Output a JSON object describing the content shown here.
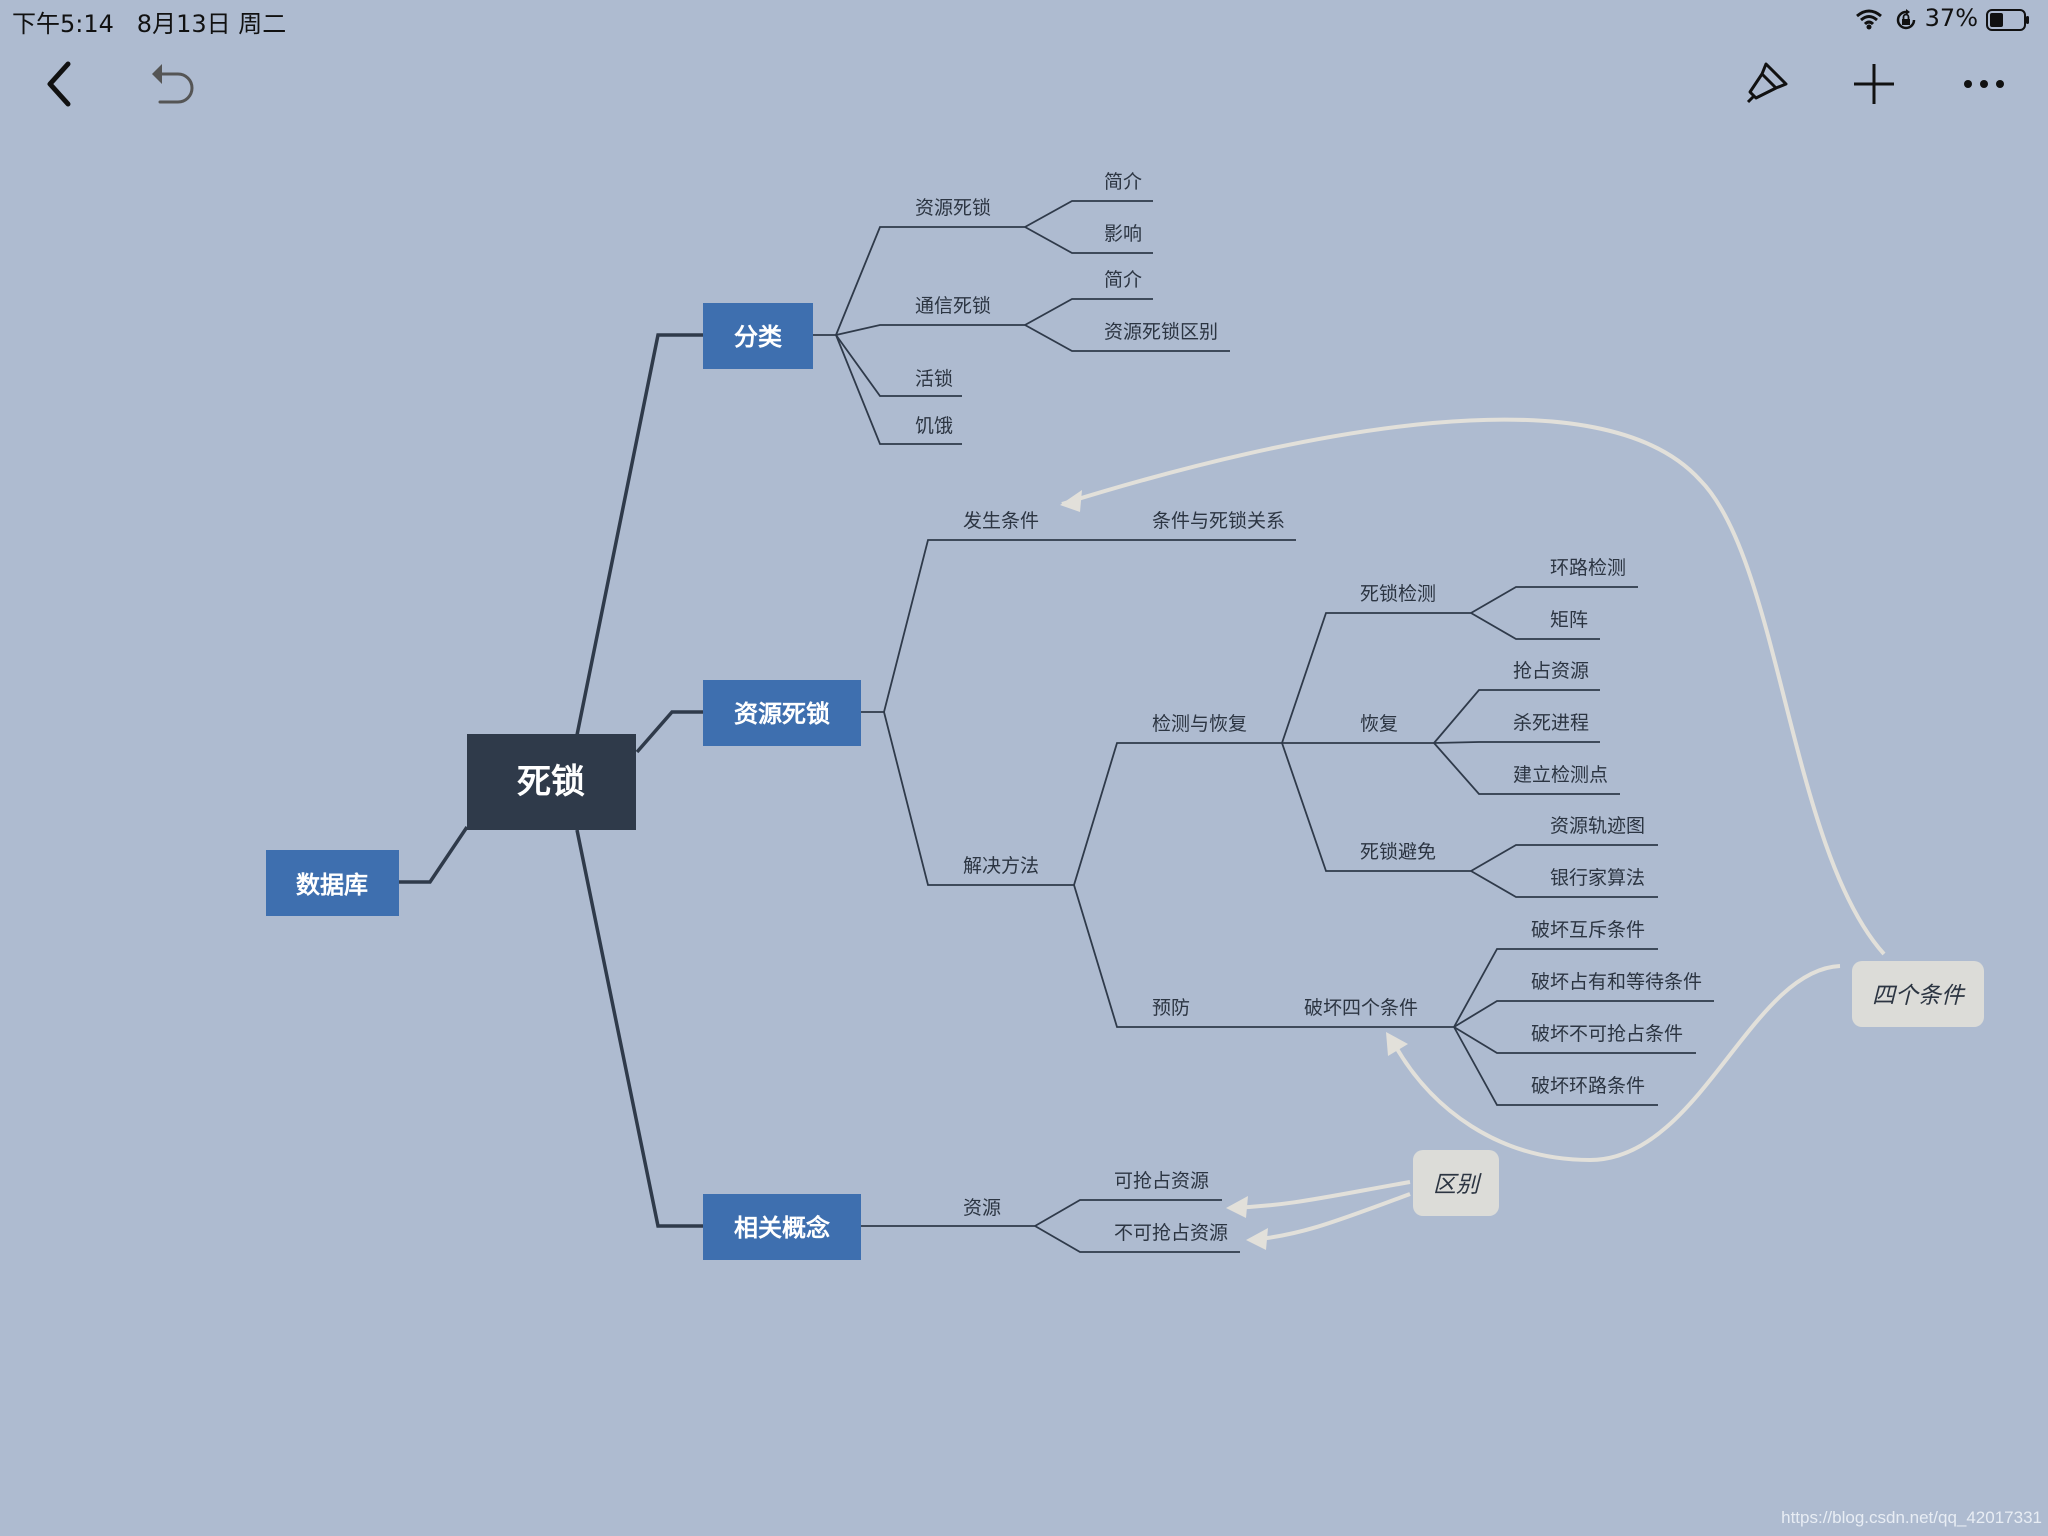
{
  "status_bar": {
    "time": "下午5:14",
    "date": "8月13日 周二",
    "battery": "37%"
  },
  "toolbar": {
    "back_icon": "chevron-left-icon",
    "undo_icon": "undo-icon",
    "style_icon": "brush-icon",
    "add_icon": "plus-icon",
    "more_icon": "ellipsis-icon"
  },
  "colors": {
    "background": "#aebbd0",
    "root": "#2f3a4a",
    "topic": "#3e6faf",
    "line": "#2f3a4a",
    "callout": "#dcdcd8",
    "relation": "#e2e0da"
  },
  "mindmap": {
    "root": "死锁",
    "left": "数据库",
    "branches": [
      {
        "label": "分类",
        "children": [
          {
            "label": "资源死锁",
            "children": [
              "简介",
              "影响"
            ]
          },
          {
            "label": "通信死锁",
            "children": [
              "简介",
              "资源死锁区别"
            ]
          },
          {
            "label": "活锁"
          },
          {
            "label": "饥饿"
          }
        ]
      },
      {
        "label": "资源死锁",
        "children": [
          {
            "label": "发生条件",
            "children": [
              "条件与死锁关系"
            ]
          },
          {
            "label": "解决方法",
            "children": [
              {
                "label": "检测与恢复",
                "children": [
                  {
                    "label": "死锁检测",
                    "children": [
                      "环路检测",
                      "矩阵"
                    ]
                  },
                  {
                    "label": "恢复",
                    "children": [
                      "抢占资源",
                      "杀死进程",
                      "建立检测点"
                    ]
                  },
                  {
                    "label": "死锁避免",
                    "children": [
                      "资源轨迹图",
                      "银行家算法"
                    ]
                  }
                ]
              },
              {
                "label": "预防",
                "children": [
                  {
                    "label": "破坏四个条件",
                    "children": [
                      "破坏互斥条件",
                      "破坏占有和等待条件",
                      "破坏不可抢占条件",
                      "破坏环路条件"
                    ]
                  }
                ]
              }
            ]
          }
        ]
      },
      {
        "label": "相关概念",
        "children": [
          {
            "label": "资源",
            "children": [
              "可抢占资源",
              "不可抢占资源"
            ]
          }
        ]
      }
    ],
    "callouts": {
      "four_conditions": "四个条件",
      "difference": "区别"
    }
  },
  "watermark": "https://blog.csdn.net/qq_42017331"
}
